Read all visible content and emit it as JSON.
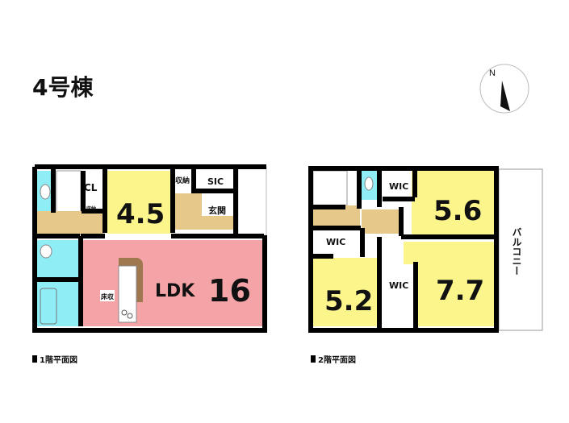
{
  "title": "4号棟",
  "compass": "N",
  "floor1": {
    "caption": "1階平面図",
    "rooms": {
      "closet": "CL",
      "bedroom": "4.5",
      "storage_small": "収納",
      "storage": "収納",
      "sic": "SIC",
      "entrance": "玄関",
      "ldk_label": "LDK",
      "ldk_size": "16",
      "floor_storage": "床収"
    }
  },
  "floor2": {
    "caption": "2階平面図",
    "rooms": {
      "wic1": "WIC",
      "wic2": "WIC",
      "wic3": "WIC",
      "room1": "5.6",
      "room2": "5.2",
      "room3": "7.7",
      "balcony": "バルコニー"
    }
  },
  "colors": {
    "room": "#fbf58c",
    "ldk": "#f4a3a6",
    "wet": "#8eedf5",
    "hall": "#e6c98a",
    "wall": "#000000"
  }
}
